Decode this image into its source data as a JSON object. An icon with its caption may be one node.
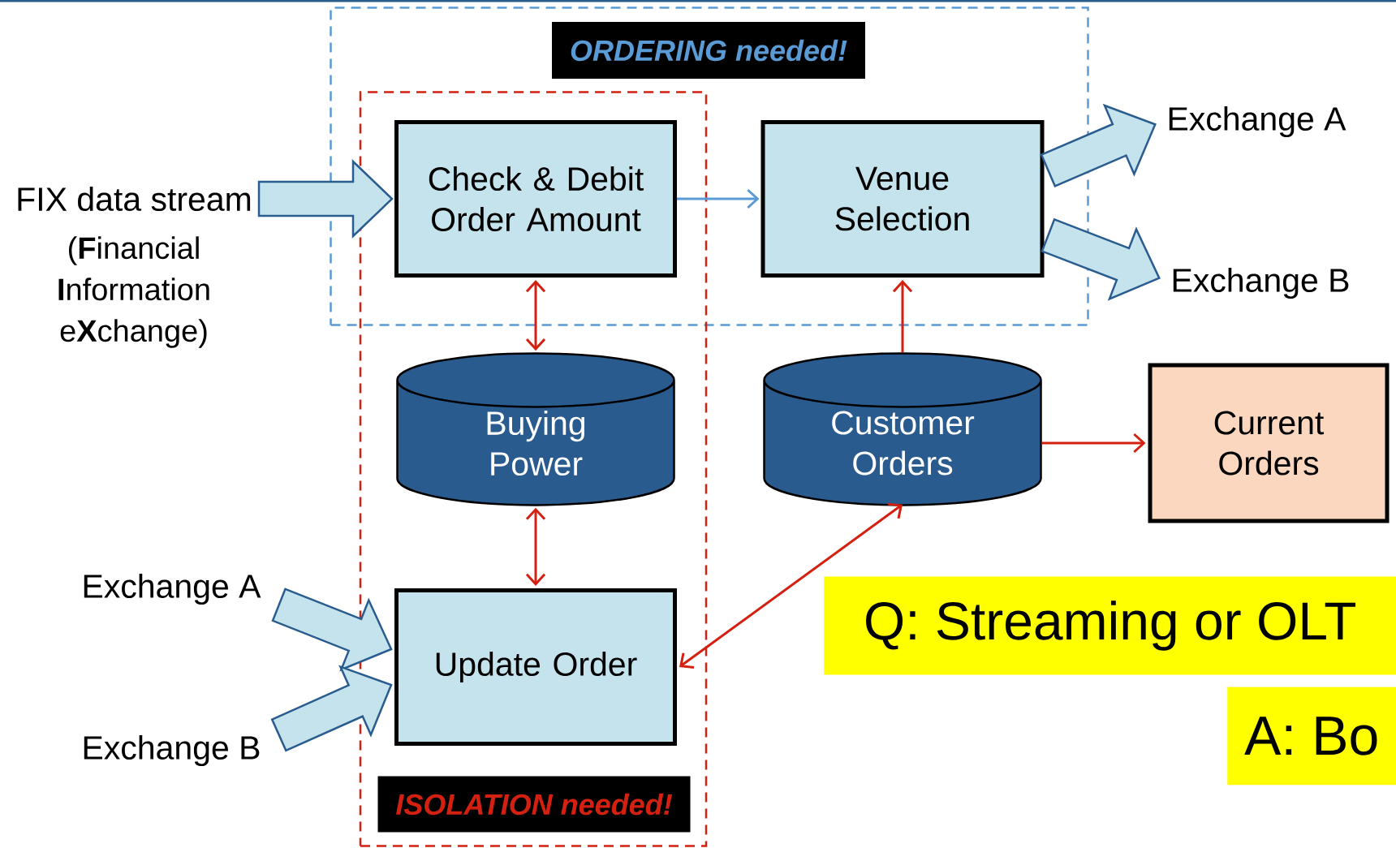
{
  "diagram": {
    "nodes": [
      {
        "text": [
          "ORDERING needed!"
        ]
      },
      {
        "text": [
          "ISOLATION needed!"
        ]
      },
      {
        "text": [
          "FIX data stream",
          "(**F**inancial **I**nformation e**X**change)"
        ]
      },
      {
        "text": [
          "Check & Debit Order Amount"
        ]
      },
      {
        "text": [
          "Venue Selection"
        ],
        "in": 0
      },
      {
        "text": [
          "Exchange A"
        ]
      },
      {
        "text": [
          "Exchange B"
        ]
      },
      {
        "text": [
          "Buying Power"
        ],
        "in": 1
      },
      {
        "text": [
          "Customer Orders"
        ]
      },
      {
        "text": [
          "Current Orders"
        ]
      },
      {
        "text": [
          "Exchange A"
        ]
      },
      {
        "text": [
          "Exchange B"
        ]
      },
      {
        "text": [
          "Update Order"
        ],
        "in": 1
      },
      {
        "text": [
          "Q: Streaming or OLT"
        ]
      },
      {
        "text": [
          "A: Bo"
        ]
      }
    ],
    "edges": [
      {
        "from": 2,
        "to": 3,
        "arrow": "to",
        "style": "thick"
      },
      {
        "from": 3,
        "to": 4,
        "arrow": "to",
        "color": "#5b9bd5"
      },
      {
        "from": 4,
        "to": 5,
        "arrow": "to",
        "style": "thick"
      },
      {
        "from": 4,
        "to": 6,
        "arrow": "to",
        "style": "thick"
      },
      {
        "from": 3,
        "to": 7,
        "arrow": "both",
        "color": "#d42010"
      },
      {
        "from": 7,
        "to": 12,
        "arrow": "both",
        "color": "#d42010"
      },
      {
        "from": 8,
        "to": 4,
        "arrow": "to",
        "color": "#d42010"
      },
      {
        "from": 8,
        "to": 9,
        "arrow": "to",
        "color": "#d42010"
      },
      {
        "from": 10,
        "to": 12,
        "arrow": "to",
        "style": "thick"
      },
      {
        "from": 11,
        "to": 12,
        "arrow": "to",
        "style": "thick"
      },
      {
        "from": 8,
        "to": 12,
        "arrow": "both",
        "color": "#d42010"
      }
    ]
  }
}
